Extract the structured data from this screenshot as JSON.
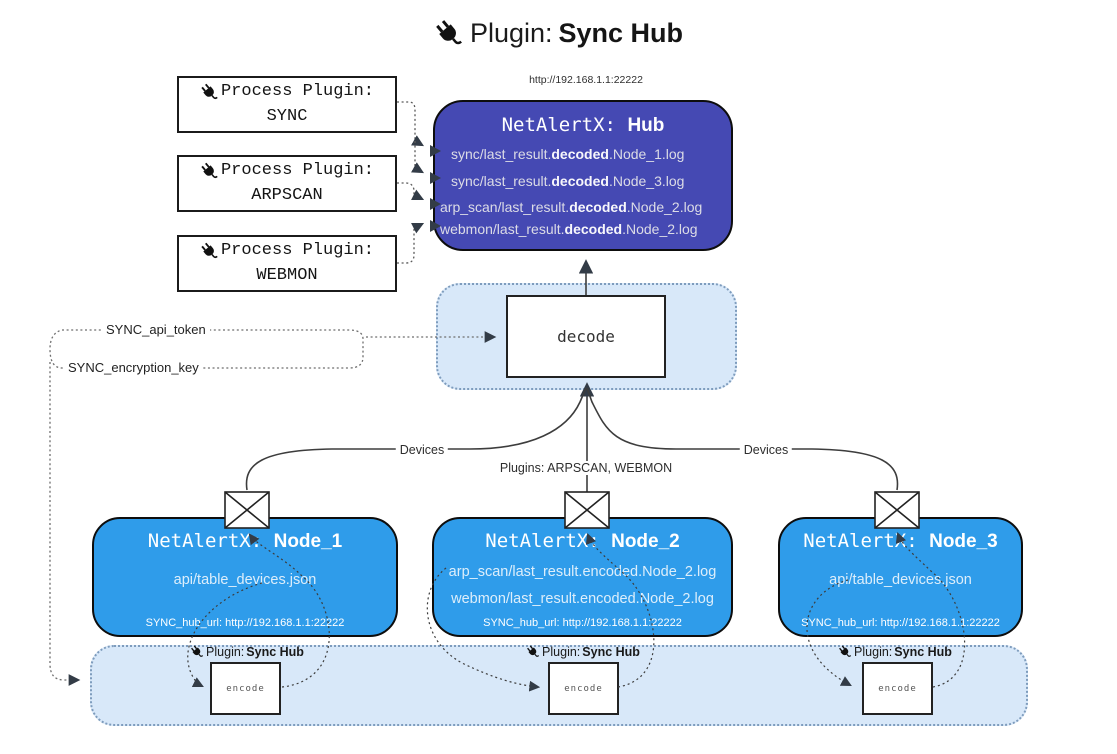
{
  "title": {
    "prefix": "Plugin: ",
    "bold": "Sync Hub"
  },
  "process_plugins": [
    {
      "label": "Process Plugin:",
      "name": "SYNC"
    },
    {
      "label": "Process Plugin:",
      "name": "ARPSCAN"
    },
    {
      "label": "Process Plugin:",
      "name": "WEBMON"
    }
  ],
  "hub": {
    "url": "http://192.168.1.1:22222",
    "title_mono": "NetAlertX: ",
    "title_bold": "Hub",
    "lines": [
      {
        "pre": "sync/last_result.",
        "bold": "decoded",
        "post": ".Node_1.log"
      },
      {
        "pre": "sync/last_result.",
        "bold": "decoded",
        "post": ".Node_3.log"
      },
      {
        "pre": "arp_scan/last_result.",
        "bold": "decoded",
        "post": ".Node_2.log"
      },
      {
        "pre": "webmon/last_result.",
        "bold": "decoded",
        "post": ".Node_2.log"
      }
    ]
  },
  "decode": {
    "label": "decode"
  },
  "tokens": {
    "api_token": "SYNC_api_token",
    "encryption_key": "SYNC_encryption_key"
  },
  "edges": {
    "devices_left": "Devices",
    "devices_right": "Devices",
    "plugins": "Plugins: ARPSCAN, WEBMON"
  },
  "nodes": [
    {
      "title_mono": "NetAlertX: ",
      "title_bold": "Node_1",
      "lines": [
        "api/table_devices.json"
      ],
      "footer": "SYNC_hub_url: http://192.168.1.1:22222"
    },
    {
      "title_mono": "NetAlertX: ",
      "title_bold": "Node_2",
      "lines": [
        "arp_scan/last_result.encoded.Node_2.log",
        "webmon/last_result.encoded.Node_2.log"
      ],
      "footer": "SYNC_hub_url: http://192.168.1.1:22222"
    },
    {
      "title_mono": "NetAlertX: ",
      "title_bold": "Node_3",
      "lines": [
        "api/table_devices.json"
      ],
      "footer": "SYNC_hub_url: http://192.168.1.1:22222"
    }
  ],
  "encoders": [
    {
      "label": "encode",
      "plugin_prefix": "Plugin: ",
      "plugin_bold": "Sync Hub"
    },
    {
      "label": "encode",
      "plugin_prefix": "Plugin: ",
      "plugin_bold": "Sync Hub"
    },
    {
      "label": "encode",
      "plugin_prefix": "Plugin: ",
      "plugin_bold": "Sync Hub"
    }
  ],
  "colors": {
    "hub_fill": "#4549b3",
    "node_fill": "#2f9cea",
    "band_fill": "#d8e8f9",
    "band_border": "#7e9cbd",
    "arrow": "#333c47"
  }
}
